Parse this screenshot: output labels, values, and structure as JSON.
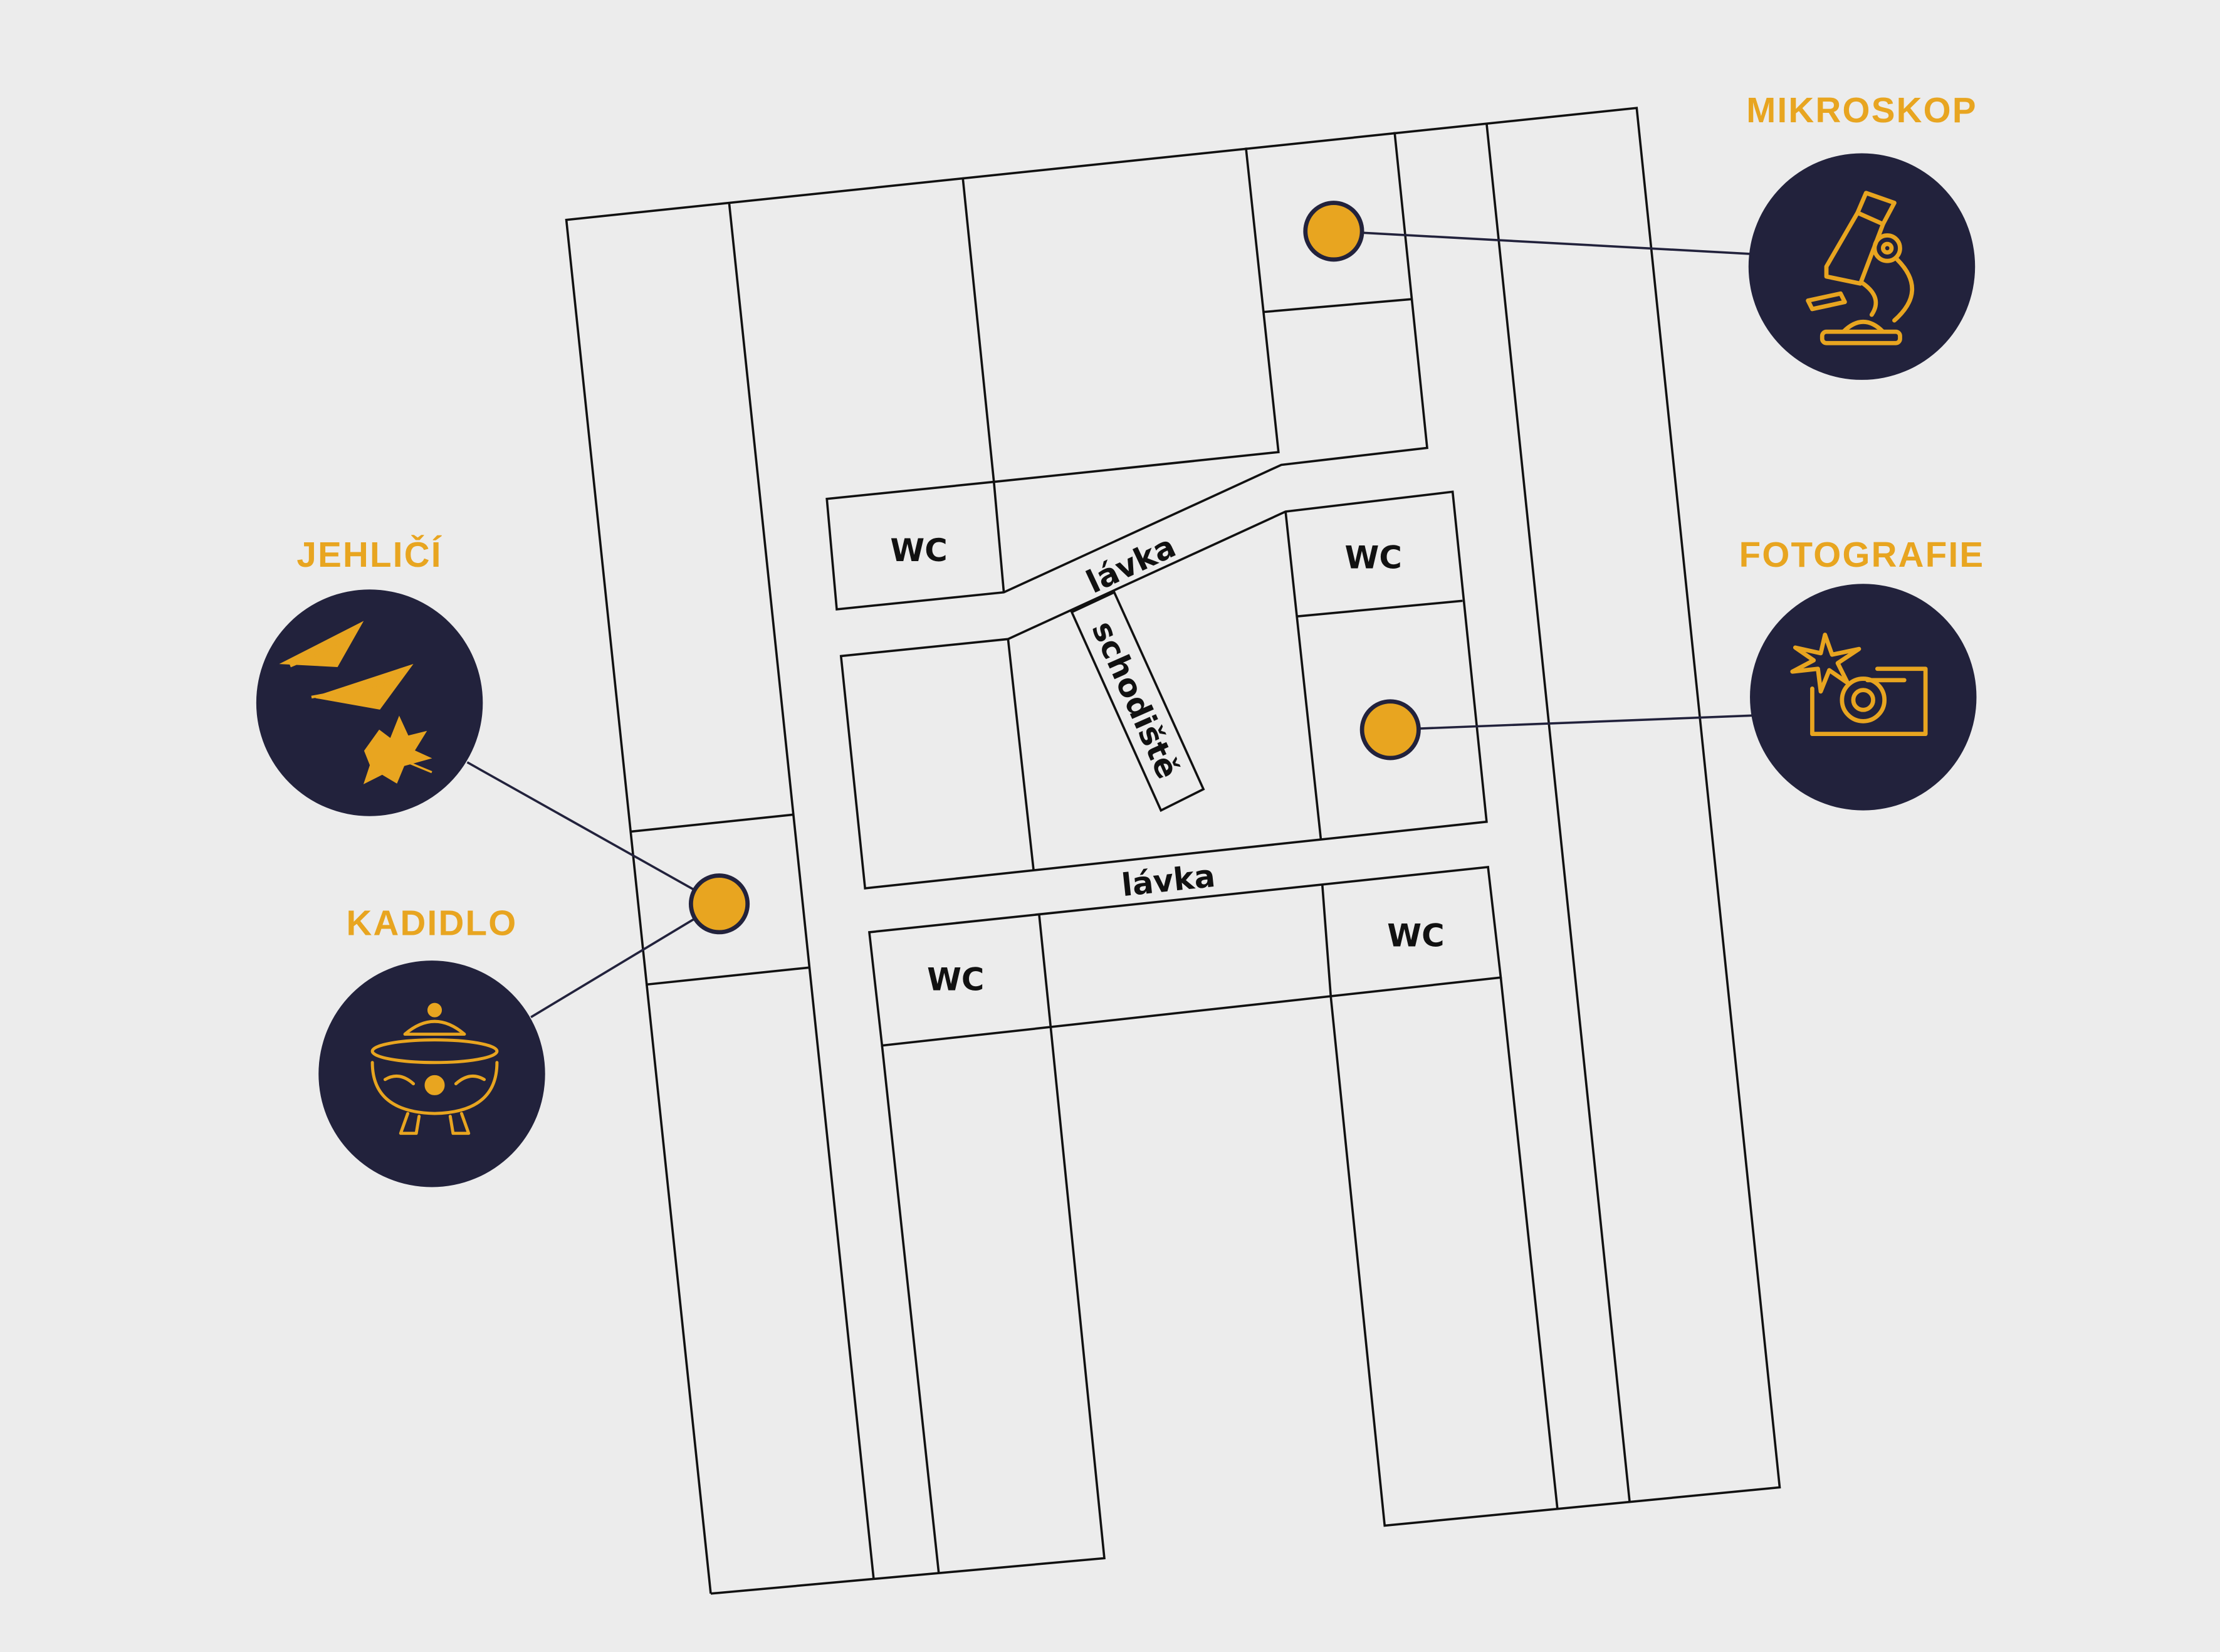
{
  "colors": {
    "background": "#ececec",
    "accent": "#e8a520",
    "badge": "#22223c",
    "walls": "#111111"
  },
  "rooms": {
    "wc": "WC",
    "bridge": "lávka",
    "stairs": "schodiště"
  },
  "points_of_interest": [
    {
      "id": "mikroskop",
      "label": "MIKROSKOP",
      "icon": "microscope-icon"
    },
    {
      "id": "fotografie",
      "label": "FOTOGRAFIE",
      "icon": "camera-icon"
    },
    {
      "id": "jehlici",
      "label": "JEHLIČÍ",
      "icon": "pine-needles-leaf-icon"
    },
    {
      "id": "kadidlo",
      "label": "KADIDLO",
      "icon": "incense-burner-icon"
    }
  ]
}
